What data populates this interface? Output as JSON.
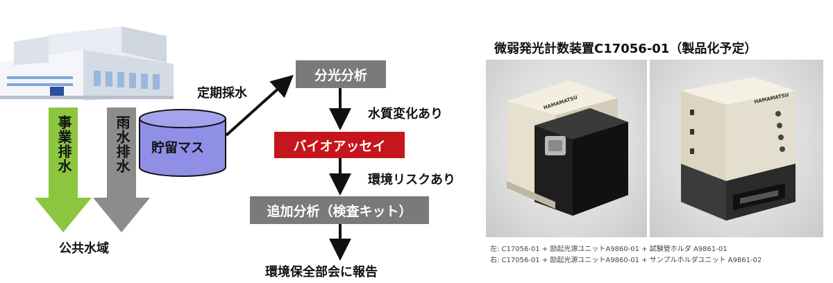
{
  "diagram": {
    "discharge_business": "事業排水",
    "discharge_rain": "雨水排水",
    "public_waters": "公共水域",
    "storage_mass": "貯留マス",
    "periodic_sampling": "定期採水",
    "spectroscopic_analysis": "分光分析",
    "water_quality_change": "水質変化あり",
    "bioassay": "バイオアッセイ",
    "environmental_risk": "環境リスクあり",
    "additional_analysis": "追加分析（検査キット）",
    "report": "環境保全部会に報告"
  },
  "product": {
    "title": "微弱発光計数装置C17056-01（製品化予定）",
    "brand": "HAMAMATSU",
    "caption_left": "左: C17056-01 + 励起光源ユニットA9860-01 + 試験管ホルダ A9861-01",
    "caption_right": "右: C17056-01 + 励起光源ユニットA9860-01 + サンプルホルダユニット A9861-02"
  },
  "colors": {
    "green_arrow": "#8cc63f",
    "gray_arrow": "#8c8c8c",
    "gray_box": "#7a7a7a",
    "red_box": "#c4161c",
    "cylinder": "#8f8fe6"
  }
}
